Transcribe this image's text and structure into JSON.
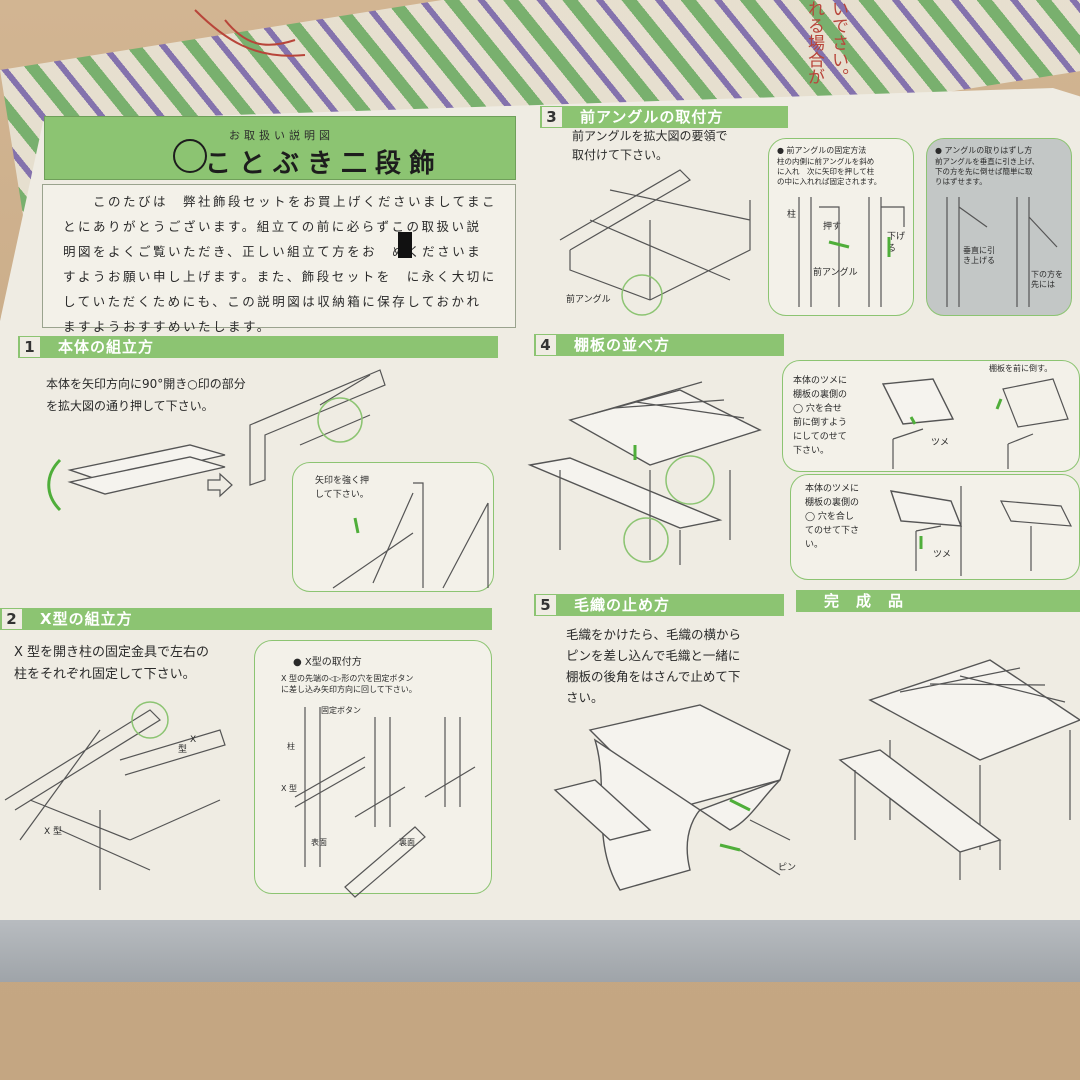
{
  "background": {
    "stamp_text": "いでさい。れる場合が"
  },
  "title": {
    "subtitle": "お取扱い説明図",
    "main": "ことぶき二段飾"
  },
  "intro": {
    "lines": [
      "このたびは　弊社飾段セットをお買上げくださいましてまこ",
      "とにありがとうございます。組立ての前に必らずこの取扱い説",
      "明図をよくご覧いただき、正しい組立て方をお　ぬくださいま",
      "すようお願い申し上げます。また、飾段セットを　に永く大切に",
      "していただくためにも、この説明図は収納箱に保存しておかれ",
      "ますようおすすめいたします。"
    ]
  },
  "sections": {
    "s1": {
      "num": "1",
      "title": "本体の組立方",
      "text1": "本体を矢印方向に90°開き○印の部分",
      "text2": "を拡大図の通り押して下さい。",
      "callout1": "矢印を強く押",
      "callout2": "して下さい。"
    },
    "s2": {
      "num": "2",
      "title": "X型の組立方",
      "text1": "X 型を開き柱の固定金具で左右の",
      "text2": "柱をそれぞれ固定して下さい。",
      "label_x1": "X",
      "label_x1b": "型",
      "label_x2": "X 型",
      "callout_title": "● X型の取付方",
      "callout_line1": "X 型の先端の◁▷形の穴を固定ボタン",
      "callout_line2": "に差し込み矢印方向に回して下さい。",
      "lbl_button": "固定ボタン",
      "lbl_pillar": "柱",
      "lbl_xtype": "X 型",
      "lbl_front": "表面",
      "lbl_back": "裏面"
    },
    "s3": {
      "num": "3",
      "title": "前アングルの取付方",
      "text1": "前アングルを拡大図の要領で",
      "text2": "取付けて下さい。",
      "lbl_front_angle": "前アングル",
      "c1_title": "● 前アングルの固定方法",
      "c1_l1": "柱の内側に前アングルを斜め",
      "c1_l2": "に入れ　次に矢印を押して柱",
      "c1_l3": "の中に入れれば固定されます。",
      "c1_pillar": "柱",
      "c1_push": "押す",
      "c1_down": "下げる",
      "c1_angle": "前アングル",
      "c2_title": "● アングルの取りはずし方",
      "c2_l1": "前アングルを垂直に引き上げ、",
      "c2_l2": "下の方を先に倒せば簡単に取",
      "c2_l3": "りはずせます。",
      "c2_lift1": "垂直に引",
      "c2_lift2": "き上げる",
      "c2_tilt1": "下の方を",
      "c2_tilt2": "先には"
    },
    "s4": {
      "num": "4",
      "title": "棚板の並べ方",
      "c1_lines": [
        "本体のツメに",
        "棚板の裏側の",
        "◯ 穴を合せ",
        "前に倒すよう",
        "にしてのせて",
        "下さい。"
      ],
      "c1_tilt": "棚板を前に倒す。",
      "c1_claw": "ツメ",
      "c2_lines": [
        "本体のツメに",
        "棚板の裏側の",
        "◯ 穴を合し",
        "てのせて下さ",
        "い。"
      ],
      "c2_claw": "ツメ"
    },
    "s5": {
      "num": "5",
      "title": "毛織の止め方",
      "text1": "毛織をかけたら、毛織の横から",
      "text2": "ピンを差し込んで毛織と一緒に",
      "text3": "棚板の後角をはさんで止めて下",
      "text4": "さい。",
      "lbl_pin": "ピン"
    },
    "done": {
      "title": "完　成　品"
    }
  },
  "colors": {
    "accent_green": "#8cc472",
    "paper": "#efece3",
    "cardboard": "#c9ad8c"
  }
}
